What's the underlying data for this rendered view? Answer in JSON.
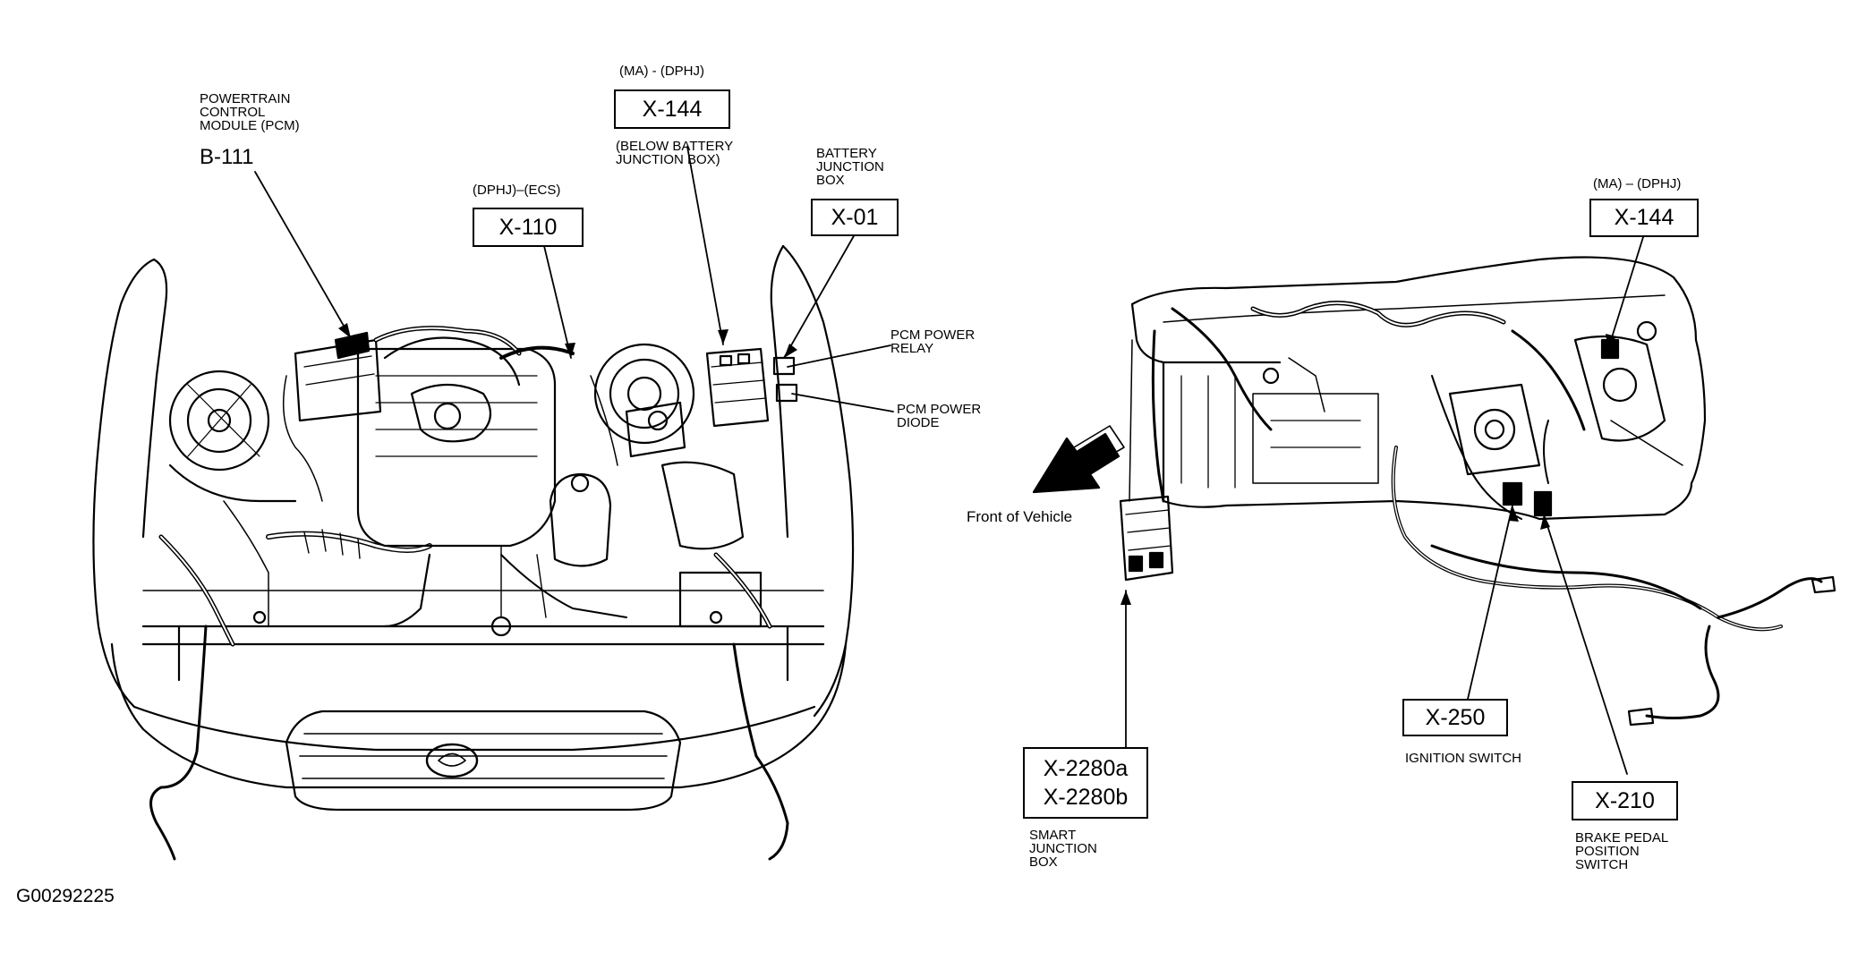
{
  "left_view": {
    "pcm_label": "POWERTRAIN\nCONTROL\nMODULE (PCM)",
    "pcm_code": "B-111",
    "x110_qualifier": "(DPHJ)–(ECS)",
    "x110_code": "X-110",
    "x144_qualifier": "(MA) - (DPHJ)",
    "x144_code": "X-144",
    "x144_note": "(BELOW BATTERY\nJUNCTION BOX)",
    "battery_label": "BATTERY\nJUNCTION\nBOX",
    "x01_code": "X-01",
    "pcm_relay_label": "PCM POWER\nRELAY",
    "pcm_diode_label": "PCM POWER\nDIODE"
  },
  "right_view": {
    "front_label": "Front of Vehicle",
    "x144_qualifier": "(MA) – (DPHJ)",
    "x144_code": "X-144",
    "sjb_code_a": "X-2280a",
    "sjb_code_b": "X-2280b",
    "sjb_label": "SMART\nJUNCTION\nBOX",
    "x250_code": "X-250",
    "x250_label": "IGNITION SWITCH",
    "x210_code": "X-210",
    "x210_label": "BRAKE PEDAL\nPOSITION\nSWITCH"
  },
  "figure_id": "G00292225"
}
